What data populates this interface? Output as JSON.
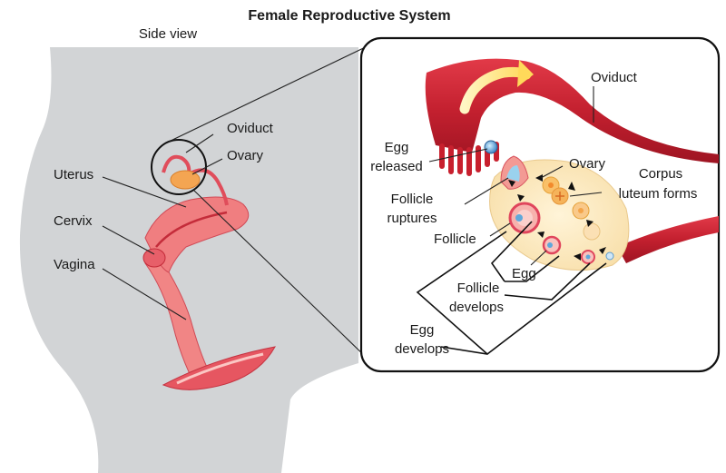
{
  "title": "Female Reproductive System",
  "subtitle": "Side view",
  "body_labels": {
    "oviduct": "Oviduct",
    "ovary": "Ovary",
    "uterus": "Uterus",
    "cervix": "Cervix",
    "vagina": "Vagina"
  },
  "inset_labels": {
    "oviduct": "Oviduct",
    "egg_released_1": "Egg",
    "egg_released_2": "released",
    "ovary": "Ovary",
    "corpus_1": "Corpus",
    "corpus_2": "luteum forms",
    "follicle_ruptures_1": "Follicle",
    "follicle_ruptures_2": "ruptures",
    "follicle": "Follicle",
    "egg": "Egg",
    "follicle_develops_1": "Follicle",
    "follicle_develops_2": "develops",
    "egg_develops_1": "Egg",
    "egg_develops_2": "develops"
  },
  "colors": {
    "body": "#d2d4d6",
    "tissue": "#e8606a",
    "tissue_dark": "#c42c3a",
    "tissue_light": "#f6a7a6",
    "ovary_fill": "#fbe8c0",
    "follicle": "#e94b6b",
    "arrow_flow": "#ffe98a"
  }
}
